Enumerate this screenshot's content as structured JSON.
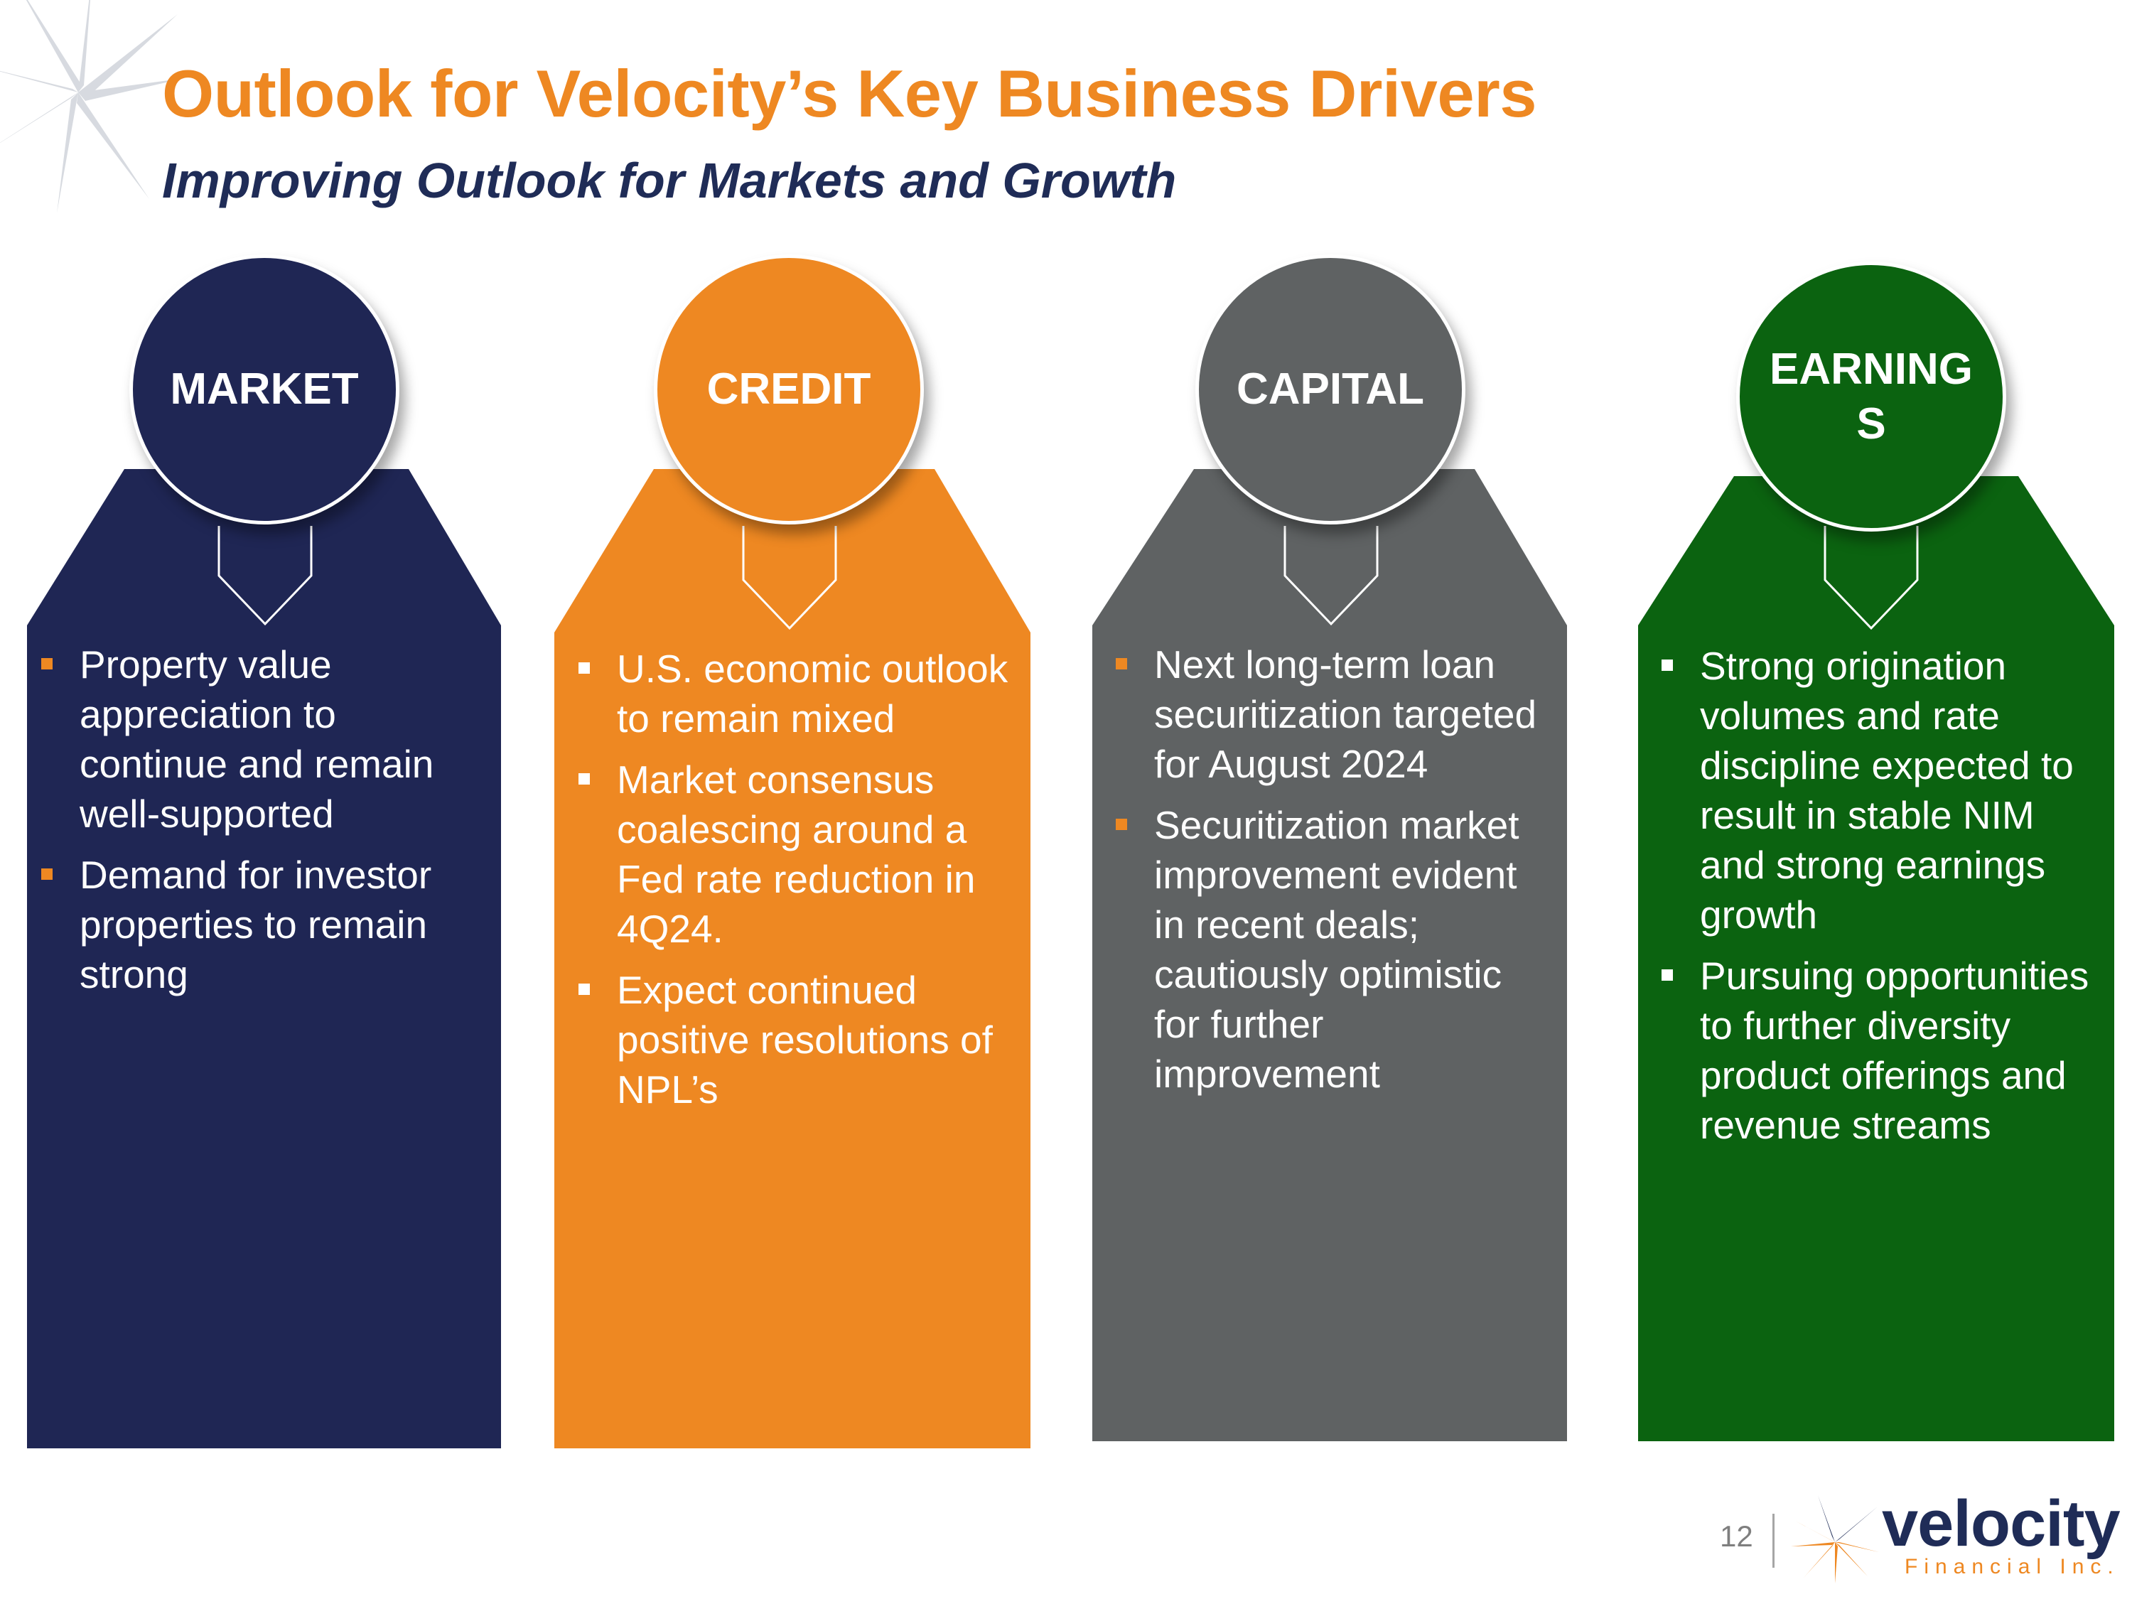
{
  "slide": {
    "title": "Outlook for Velocity’s Key Business Drivers",
    "subtitle": "Improving Outlook for Markets and Growth",
    "page_number": "12"
  },
  "logo": {
    "wordmark": "velocity",
    "tagline": "Financial Inc."
  },
  "colors": {
    "title": "#EE8822",
    "subtitle": "#1F2C57",
    "market": "#1F2654",
    "credit": "#EE8822",
    "capital": "#5F6263",
    "earnings": "#0B6310"
  },
  "columns": [
    {
      "heading": "MARKET",
      "bullets": [
        "Property value appreciation to continue and remain well-supported",
        "Demand for investor properties to remain strong"
      ]
    },
    {
      "heading": "CREDIT",
      "bullets": [
        "U.S. economic outlook to remain mixed",
        "Market consensus coalescing around a Fed rate reduction in 4Q24.",
        "Expect continued positive resolutions of NPL’s"
      ]
    },
    {
      "heading": "CAPITAL",
      "bullets": [
        "Next long-term loan securitization targeted for August 2024",
        "Securitization market improvement evident in recent deals; cautiously optimistic for further improvement"
      ]
    },
    {
      "heading": "EARNING S",
      "bullets": [
        "Strong origination volumes and rate discipline expected to result in stable NIM and strong earnings growth",
        "Pursuing opportunities to further diversity product offerings and revenue streams"
      ]
    }
  ]
}
